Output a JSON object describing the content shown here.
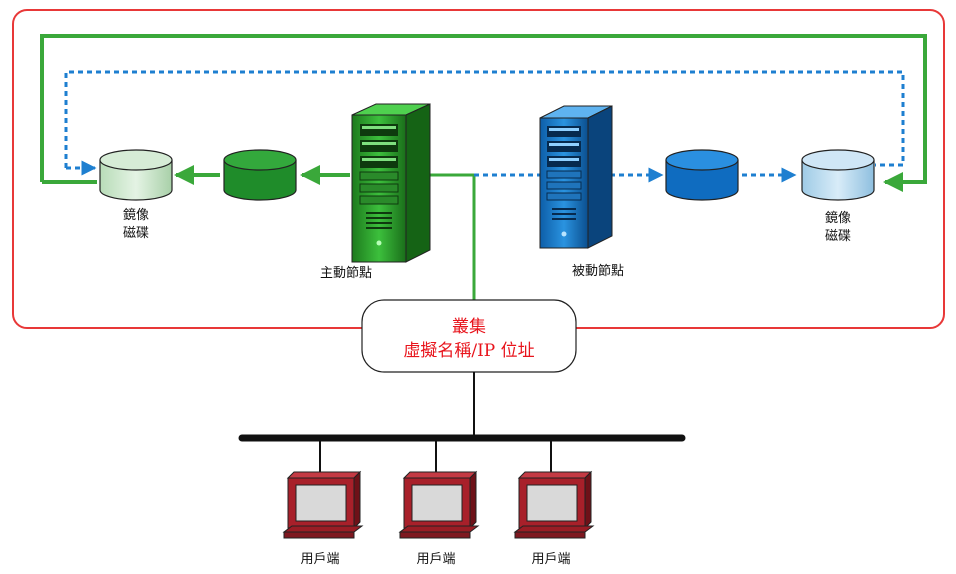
{
  "mirror_disk_left": {
    "line1": "鏡像",
    "line2": "磁碟"
  },
  "mirror_disk_right": {
    "line1": "鏡像",
    "line2": "磁碟"
  },
  "active_node": {
    "label": "主動節點"
  },
  "passive_node": {
    "label": "被動節點"
  },
  "cluster": {
    "line1": "叢集",
    "line2": "虛擬名稱/IP 位址"
  },
  "clients": [
    {
      "label": "用戶端"
    },
    {
      "label": "用戶端"
    },
    {
      "label": "用戶端"
    }
  ],
  "colors": {
    "cluster_border": "#e83838",
    "active_green": "#3aa83a",
    "passive_blue": "#1e7fd0",
    "cluster_text": "#e8141c",
    "client_red": "#a8202a"
  }
}
